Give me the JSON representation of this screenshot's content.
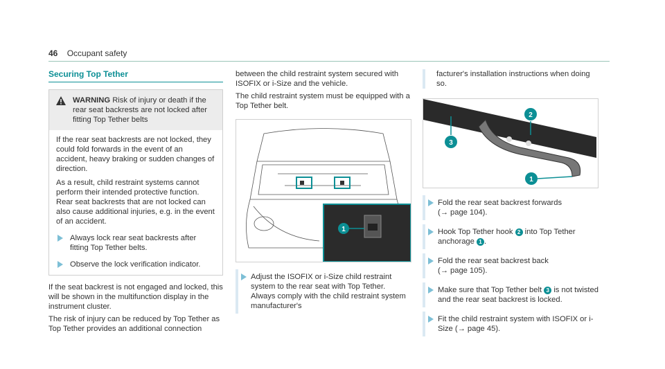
{
  "header": {
    "page_number": "46",
    "section": "Occupant safety"
  },
  "col1": {
    "title": "Securing Top Tether",
    "warning": {
      "label": "WARNING",
      "headline": "Risk of injury or death if the rear seat backrests are not locked after fitting Top Tether belts",
      "p1": "If the rear seat backrests are not locked, they could fold forwards in the event of an accident, heavy braking or sudden changes of direction.",
      "p2": "As a result, child restraint systems cannot perform their intended protective function. Rear seat backrests that are not locked can also cause additional injuries, e.g. in the event of an accident.",
      "bullets": [
        "Always lock rear seat backrests after fitting Top Tether belts.",
        "Observe the lock verification indicator."
      ]
    },
    "para1": "If the seat backrest is not engaged and locked, this will be shown in the multifunction display in the instrument cluster.",
    "para2": "The risk of injury can be reduced by Top Tether as Top Tether provides an additional connection"
  },
  "col2": {
    "cont": "between the child restraint system secured with ISOFIX or i-Size and the vehicle.",
    "para": "The child restraint system must be equipped with a Top Tether belt.",
    "figure_callout": "1",
    "step": "Adjust the ISOFIX or i-Size child restraint system to the rear seat with Top Tether. Always comply with the child restraint system manufacturer's"
  },
  "col3": {
    "cont": "facturer's installation instructions when doing so.",
    "figure_callouts": [
      "2",
      "3",
      "1"
    ],
    "steps": [
      {
        "text": "Fold the rear seat backrest forwards",
        "ref": "(→ page 104)."
      },
      {
        "pre": "Hook Top Tether hook",
        "n1": "2",
        "mid": "into Top Tether anchorage",
        "n2": "1",
        "post": "."
      },
      {
        "text": "Fold the rear seat backrest back",
        "ref": "(→ page 105)."
      },
      {
        "pre": "Make sure that Top Tether belt",
        "n1": "3",
        "post": "is not twisted and the rear seat backrest is locked."
      },
      {
        "text": "Fit the child restraint system with ISOFIX or i-Size",
        "ref": "(→ page 45)."
      }
    ]
  },
  "colors": {
    "accent": "#0c8f95",
    "bullet": "#7dbfd6",
    "bar": "#dbe9f3"
  }
}
